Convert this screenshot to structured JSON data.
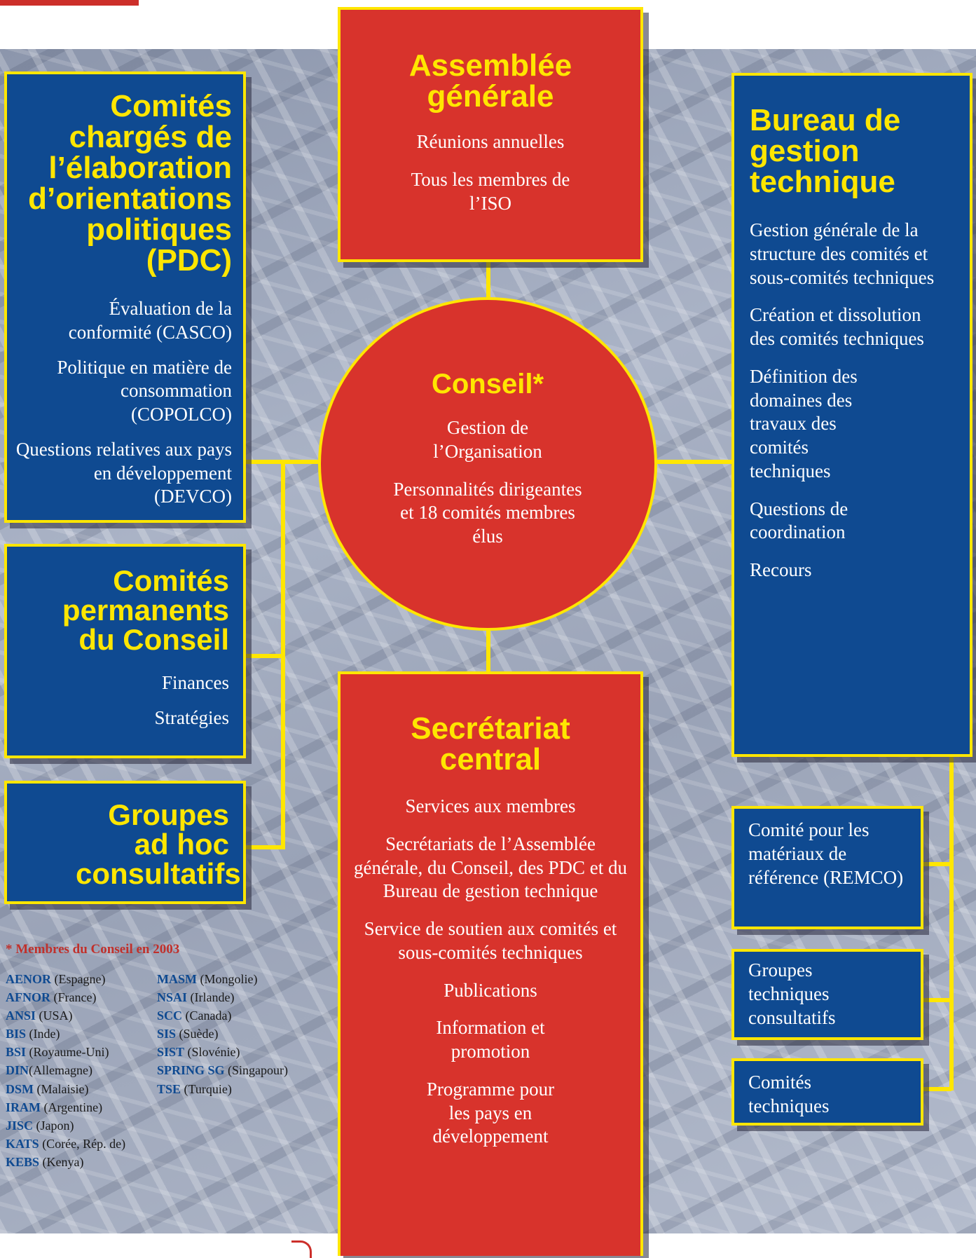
{
  "assemblee": {
    "title": "Assemblée générale",
    "items": [
      "Réunions annuelles",
      "Tous les membres de l’ISO"
    ]
  },
  "pdc": {
    "title": "Comités chargés de l’élaboration d’orientations politiques (PDC)",
    "items": [
      "Évaluation de la conformité (CASCO)",
      "Politique en matière de consommation (COPOLCO)",
      "Questions relatives aux pays en développement (DEVCO)"
    ]
  },
  "permanents": {
    "title": "Comités permanents du Conseil",
    "items": [
      "Finances",
      "Stratégies"
    ]
  },
  "adhoc": {
    "title": "Groupes ad hoc consultatifs"
  },
  "conseil": {
    "title": "Conseil*",
    "items": [
      "Gestion de l’Organisation",
      "Personnalités dirigeantes et 18 comités membres élus"
    ]
  },
  "secretariat": {
    "title": "Secrétariat central",
    "items": [
      "Services aux membres",
      "Secrétariats de l’Assemblée générale, du Conseil, des PDC et du Bureau de gestion technique",
      "Service de soutien aux comités et sous-comités techniques",
      "Publications",
      "Information et promotion",
      "Programme pour les pays en développement"
    ]
  },
  "bureau": {
    "title": "Bureau de gestion technique",
    "items": [
      "Gestion générale de la structure des comités et sous-comités techniques",
      "Création et dissolution des comités techniques",
      "Définition des domaines des travaux des comités techniques",
      "Questions de coordination",
      "Recours"
    ]
  },
  "remco": {
    "text": "Comité pour les matériaux de référence (REMCO)"
  },
  "groupes_tech": {
    "text": "Groupes techniques consultatifs"
  },
  "comites_tech": {
    "text": "Comités techniques"
  },
  "members_title": "* Membres du Conseil en 2003",
  "members_col1": [
    {
      "code": "AENOR",
      "country": "(Espagne)"
    },
    {
      "code": "AFNOR",
      "country": "(France)"
    },
    {
      "code": "ANSI",
      "country": "(USA)"
    },
    {
      "code": "BIS",
      "country": "(Inde)"
    },
    {
      "code": "BSI",
      "country": "(Royaume-Uni)"
    },
    {
      "code": "DIN",
      "country": "(Allemagne)"
    },
    {
      "code": "DSM",
      "country": "(Malaisie)"
    },
    {
      "code": "IRAM",
      "country": "(Argentine)"
    },
    {
      "code": "JISC",
      "country": "(Japon)"
    },
    {
      "code": "KATS",
      "country": "(Corée, Rép. de)"
    },
    {
      "code": "KEBS",
      "country": "(Kenya)"
    }
  ],
  "members_col2": [
    {
      "code": "MASM",
      "country": "(Mongolie)"
    },
    {
      "code": "NSAI",
      "country": "(Irlande)"
    },
    {
      "code": "SCC",
      "country": "(Canada)"
    },
    {
      "code": "SIS",
      "country": "(Suède)"
    },
    {
      "code": "SIST",
      "country": "(Slovénie)"
    },
    {
      "code": "SPRING SG",
      "country": "(Singapour)"
    },
    {
      "code": "TSE",
      "country": "(Turquie)"
    }
  ],
  "colors": {
    "blue": "#0f4a91",
    "red": "#d8332c",
    "yellow": "#ffe600"
  }
}
